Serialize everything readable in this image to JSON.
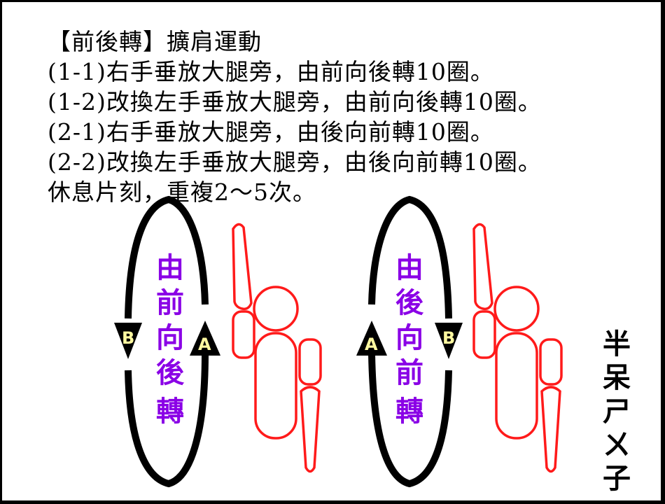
{
  "title": "【前後轉】擴肩運動",
  "steps": [
    "(1-1)右手垂放大腿旁，由前向後轉10圈。",
    "(1-2)改換左手垂放大腿旁，由前向後轉10圈。",
    "(2-1)右手垂放大腿旁，由後向前轉10圈。",
    "(2-2)改換左手垂放大腿旁，由後向前轉10圈。",
    "休息片刻，重複2～5次。"
  ],
  "diagram_left": {
    "caption": [
      "由",
      "前",
      "向",
      "後",
      "轉"
    ],
    "arrow_a": "A",
    "arrow_b": "B"
  },
  "diagram_right": {
    "caption": [
      "由",
      "後",
      "向",
      "前",
      "轉"
    ],
    "arrow_a": "A",
    "arrow_b": "B"
  },
  "signature": [
    "半",
    "呆",
    "ㄕ",
    "ㄨ",
    "子"
  ],
  "colors": {
    "figure": "#ff1a1a",
    "caption": "#8a00e6",
    "arrow": "#000000",
    "label": "#fff9a0"
  }
}
